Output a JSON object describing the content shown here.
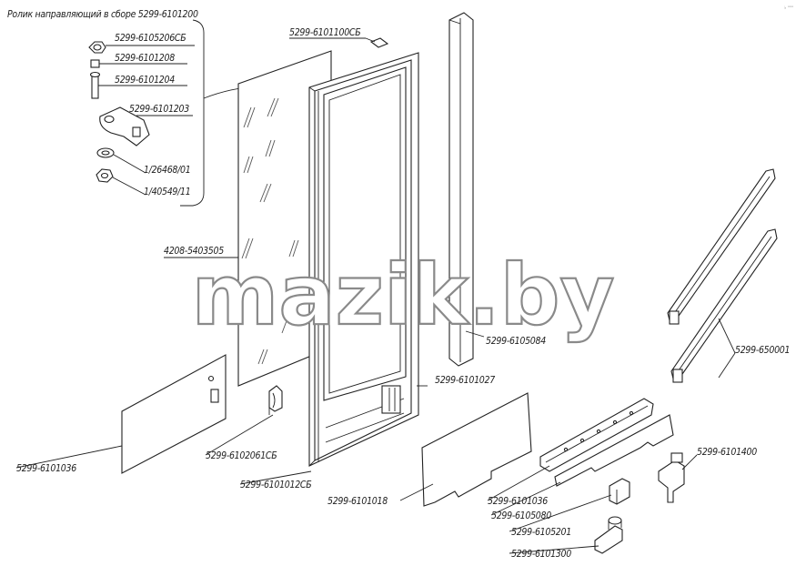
{
  "header": {
    "assembly_title": "Ролик направляющий в сборе 5299-6101200"
  },
  "watermark": "mazik.by",
  "corner_mark": "♭ ᵒᵒᵒ",
  "labels": [
    {
      "id": "l1",
      "text": "5299-6105206СБ"
    },
    {
      "id": "l2",
      "text": "5299-6101208"
    },
    {
      "id": "l3",
      "text": "5299-6101204"
    },
    {
      "id": "l4",
      "text": "5299-6101203"
    },
    {
      "id": "l5",
      "text": "1/26468/01"
    },
    {
      "id": "l6",
      "text": "1/40549/11"
    },
    {
      "id": "l7",
      "text": "5299-6101100СБ"
    },
    {
      "id": "l8",
      "text": "4208-5403505"
    },
    {
      "id": "l9",
      "text": "5299-6105084"
    },
    {
      "id": "l10",
      "text": "5299-650001"
    },
    {
      "id": "l11",
      "text": "5299-6101027"
    },
    {
      "id": "l12",
      "text": "5299-6101036"
    },
    {
      "id": "l13",
      "text": "5299-6102061СБ"
    },
    {
      "id": "l14",
      "text": "5299-6101012СБ"
    },
    {
      "id": "l15",
      "text": "5299-6101018"
    },
    {
      "id": "l16",
      "text": "5299-6101400"
    },
    {
      "id": "l17",
      "text": "5299-6101036"
    },
    {
      "id": "l18",
      "text": "5299-6105080"
    },
    {
      "id": "l19",
      "text": "5299-6105201"
    },
    {
      "id": "l20",
      "text": "5299-6101300"
    }
  ]
}
